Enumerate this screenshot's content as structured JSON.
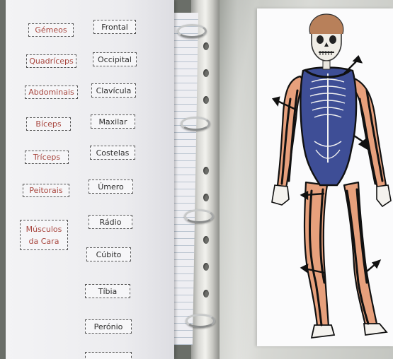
{
  "muscle_labels": [
    "Gémeos",
    "Quadríceps",
    "Abdominais",
    "Bíceps",
    "Tríceps",
    "Peitorais",
    "Músculos\nda Cara"
  ],
  "bone_labels": [
    "Frontal",
    "Occipital",
    "Clavícula",
    "Maxilar",
    "Costelas",
    "Úmero",
    "Rádio",
    "Cúbito",
    "Tíbia",
    "Perónio"
  ],
  "colors": {
    "muscle_text": "#a8463e",
    "bone_text": "#2c2c2c",
    "muscle_fill": "#3e4e96",
    "skin": "#e7a07c",
    "outline": "#111111"
  },
  "icons": [
    "binder-ring-icon",
    "arrow-icon",
    "skeleton-illustration"
  ]
}
